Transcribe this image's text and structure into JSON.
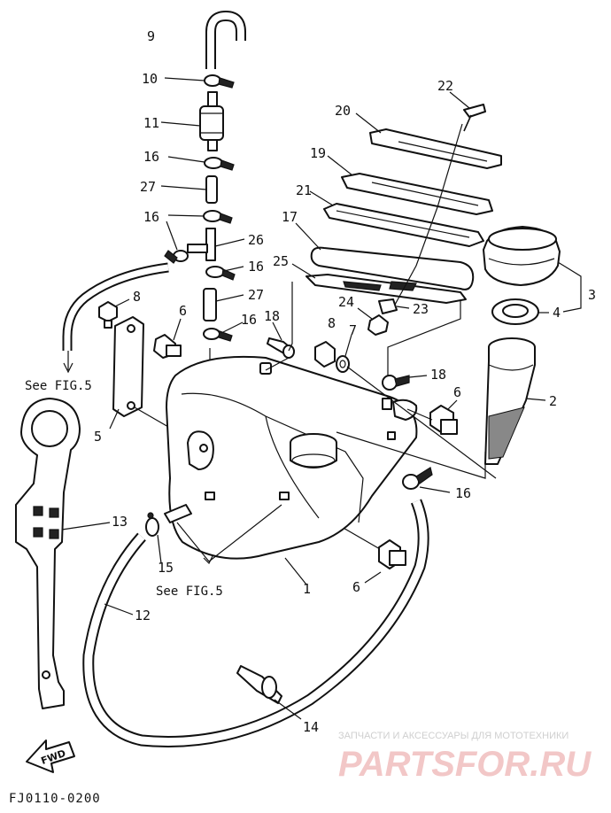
{
  "diagram": {
    "part_numbers": {
      "p1": "1",
      "p2": "2",
      "p3": "3",
      "p4": "4",
      "p5": "5",
      "p6a": "6",
      "p6b": "6",
      "p6c": "6",
      "p7": "7",
      "p8a": "8",
      "p8b": "8",
      "p9": "9",
      "p10": "10",
      "p11": "11",
      "p12": "12",
      "p13": "13",
      "p14": "14",
      "p15": "15",
      "p16a": "16",
      "p16b": "16",
      "p16c": "16",
      "p16d": "16",
      "p16e": "16",
      "p17": "17",
      "p18a": "18",
      "p18b": "18",
      "p19": "19",
      "p20": "20",
      "p21": "21",
      "p22": "22",
      "p23": "23",
      "p24": "24",
      "p25": "25",
      "p26": "26",
      "p27a": "27",
      "p27b": "27"
    },
    "references": {
      "see_fig_left": "See FIG.5",
      "see_fig_bottom": "See FIG.5"
    },
    "fwd_label": "FWD",
    "figure_code": "FJ0110-0200",
    "watermark": {
      "line1": "ЗАПЧАСТИ И АКСЕССУАРЫ ДЛЯ МОТОТЕХНИКИ",
      "line2": "PARTSFOR.RU"
    }
  }
}
